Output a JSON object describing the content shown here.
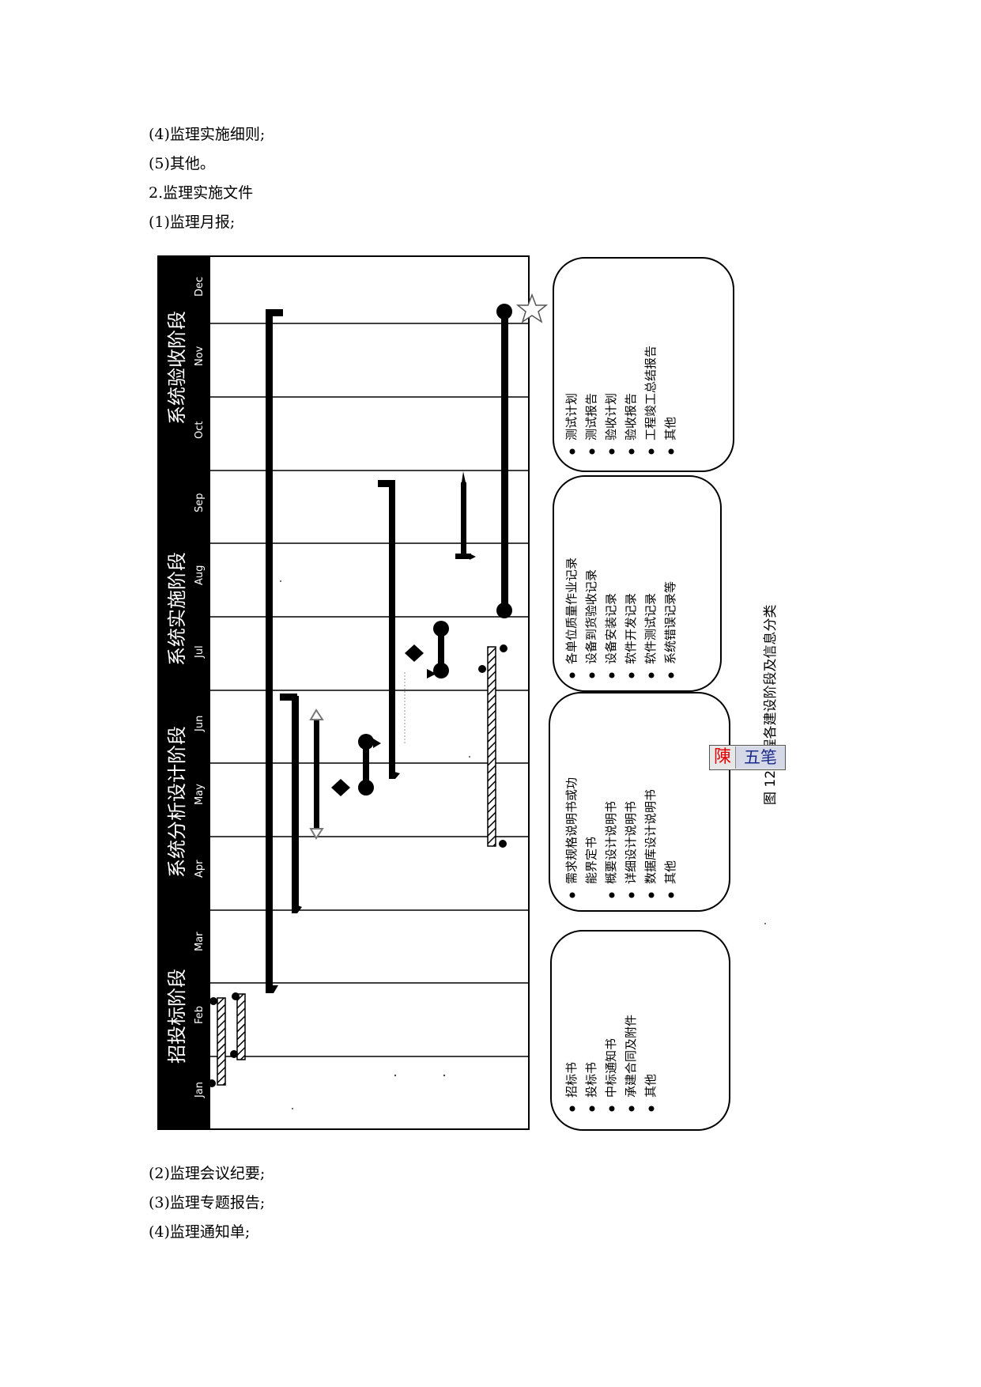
{
  "paragraphs_top": [
    "(4)监理实施细则;",
    "(5)其他。",
    "2.监理实施文件",
    "(1)监理月报;"
  ],
  "paragraphs_bottom": [
    "(2)监理会议纪要;",
    "(3)监理专题报告;",
    "(4)监理通知单;"
  ],
  "figure": {
    "caption": "图 12 工程各建设阶段及信息分类",
    "phases": [
      "招投标阶段",
      "系统分析设计阶段",
      "系统实施阶段",
      "系统验收阶段"
    ],
    "months": [
      "Jan",
      "Feb",
      "Mar",
      "Apr",
      "May",
      "Jun",
      "Jul",
      "Aug",
      "Sep",
      "Oct",
      "Nov",
      "Dec"
    ],
    "info_boxes": [
      {
        "items": [
          "招标书",
          "投标书",
          "中标通知书",
          "承建合同及附件",
          "其他"
        ]
      },
      {
        "items": [
          "需求规格说明书或功",
          "能界定书",
          "概要设计说明书",
          "详细设计说明书",
          "数据库设计说明书",
          "其他"
        ]
      },
      {
        "items": [
          "各单位质量作业记录",
          "设备到货验收记录",
          "设备安装记录",
          "软件开发记录",
          "软件测试记录",
          "系统错误记录等"
        ]
      },
      {
        "items": [
          "测试计划",
          "测试报告",
          "验收计划",
          "验收报告",
          "工程竣工总结报告",
          "其他"
        ]
      }
    ]
  },
  "ime_bar": {
    "char": "陳",
    "mode": "五笔"
  }
}
